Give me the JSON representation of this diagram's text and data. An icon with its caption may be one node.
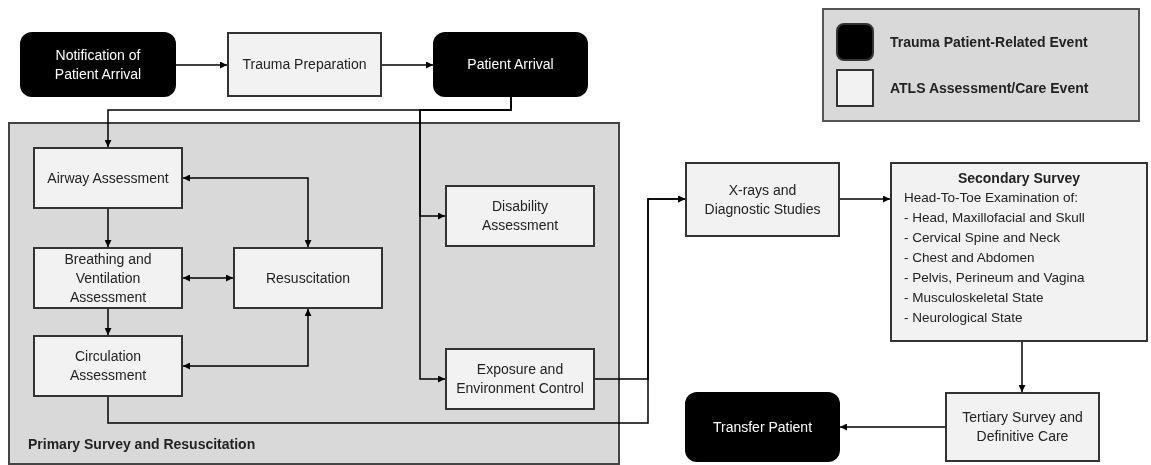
{
  "diagram": {
    "nodes": [
      {
        "text": [
          "Notification of Patient Arrival"
        ]
      },
      {
        "text": [
          "Trauma Preparation"
        ]
      },
      {
        "text": [
          "Patient Arrival"
        ]
      },
      {
        "text": [
          "Primary Survey and Resuscitation"
        ]
      },
      {
        "text": [
          "Airway Assessment"
        ],
        "in": 3
      },
      {
        "text": [
          "Breathing and Ventilation Assessment"
        ],
        "in": 3
      },
      {
        "text": [
          "Resuscitation"
        ],
        "in": 3
      },
      {
        "text": [
          "Circulation Assessment"
        ],
        "in": 3
      },
      {
        "text": [
          "Disability Assessment"
        ],
        "in": 3
      },
      {
        "text": [
          "Exposure and Environment Control"
        ],
        "in": 3
      },
      {
        "text": [
          "X-rays and Diagnostic Studies"
        ]
      },
      {
        "text": [
          "Secondary Survey",
          "Head-To-Toe Examination of:",
          "- Head, Maxillofacial and Skull",
          "- Cervical Spine and Neck",
          "- Chest and Abdomen",
          "- Pelvis, Perineum and Vagina",
          "- Musculoskeletal State",
          "- Neurological State"
        ]
      },
      {
        "text": [
          "Tertiary Survey and Definitive Care"
        ]
      },
      {
        "text": [
          "Transfer Patient"
        ]
      }
    ],
    "edges": [
      {
        "from": 0,
        "to": 1,
        "arrow": "to"
      },
      {
        "from": 1,
        "to": 2,
        "arrow": "to"
      },
      {
        "from": 2,
        "to": 4,
        "arrow": "to"
      },
      {
        "from": 2,
        "to": 8,
        "arrow": "to"
      },
      {
        "from": 2,
        "to": 9,
        "arrow": "to"
      },
      {
        "from": 4,
        "to": 5,
        "arrow": "to"
      },
      {
        "from": 5,
        "to": 7,
        "arrow": "to"
      },
      {
        "from": 4,
        "to": 6,
        "arrow": "both"
      },
      {
        "from": 5,
        "to": 6,
        "arrow": "both"
      },
      {
        "from": 7,
        "to": 6,
        "arrow": "both"
      },
      {
        "from": 9,
        "to": 10,
        "arrow": "to"
      },
      {
        "from": 7,
        "to": 10,
        "arrow": "to"
      },
      {
        "from": 10,
        "to": 11,
        "arrow": "to"
      },
      {
        "from": 11,
        "to": 12,
        "arrow": "to"
      },
      {
        "from": 12,
        "to": 13,
        "arrow": "to"
      }
    ],
    "legend": [
      {
        "text": "Trauma Patient-Related Event",
        "color": "#000000"
      },
      {
        "text": "ATLS Assessment/Care Event",
        "color": "#f2f2f2"
      }
    ]
  }
}
